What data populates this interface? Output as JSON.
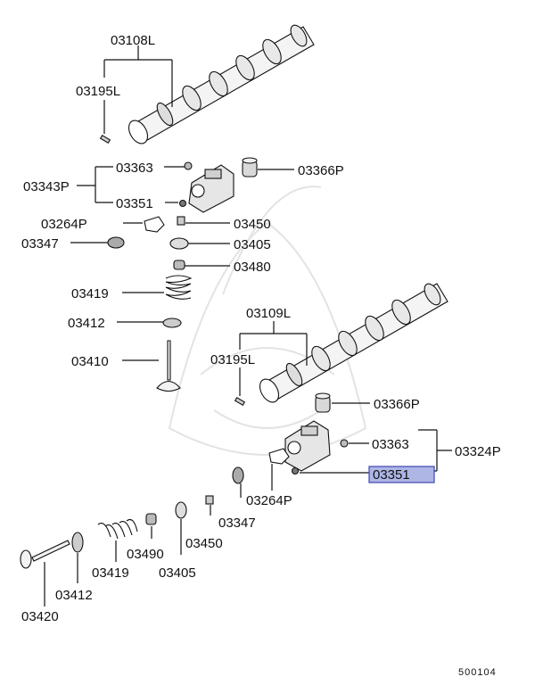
{
  "diagram": {
    "labels": {
      "p03108L": "03108L",
      "p03195L_top": "03195L",
      "p03363_top": "03363",
      "p03366P_top": "03366P",
      "p03343P": "03343P",
      "p03351_top": "03351",
      "p03264P_top": "03264P",
      "p03450_top": "03450",
      "p03347_top": "03347",
      "p03405_top": "03405",
      "p03480": "03480",
      "p03419_top": "03419",
      "p03412_top": "03412",
      "p03410": "03410",
      "p03109L": "03109L",
      "p03195L_bot": "03195L",
      "p03366P_bot": "03366P",
      "p03363_bot": "03363",
      "p03324P": "03324P",
      "p03351_bot": "03351",
      "p03264P_bot": "03264P",
      "p03347_bot": "03347",
      "p03490": "03490",
      "p03450_bot": "03450",
      "p03419_bot": "03419",
      "p03405_bot": "03405",
      "p03412_bot": "03412",
      "p03420": "03420"
    },
    "figure_code": "500104",
    "highlight_color": "#aeb6e6"
  }
}
